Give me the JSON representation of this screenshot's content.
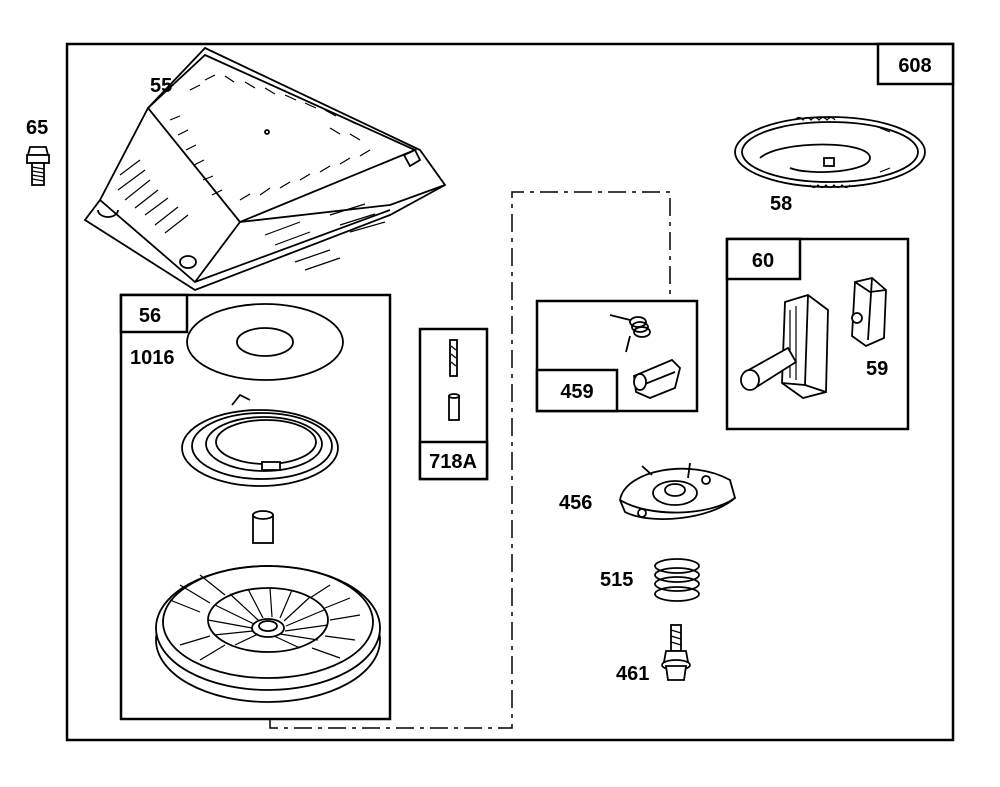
{
  "diagram": {
    "labels": {
      "assembly": "608",
      "housing": "55",
      "bolt": "65",
      "rope": "58",
      "handle_kit": "60",
      "handle_insert": "59",
      "starter_kit": "56",
      "spring_washer": "1016",
      "pin_kit": "718A",
      "dog_kit": "459",
      "retainer": "456",
      "spring": "515",
      "screw": "461"
    }
  }
}
